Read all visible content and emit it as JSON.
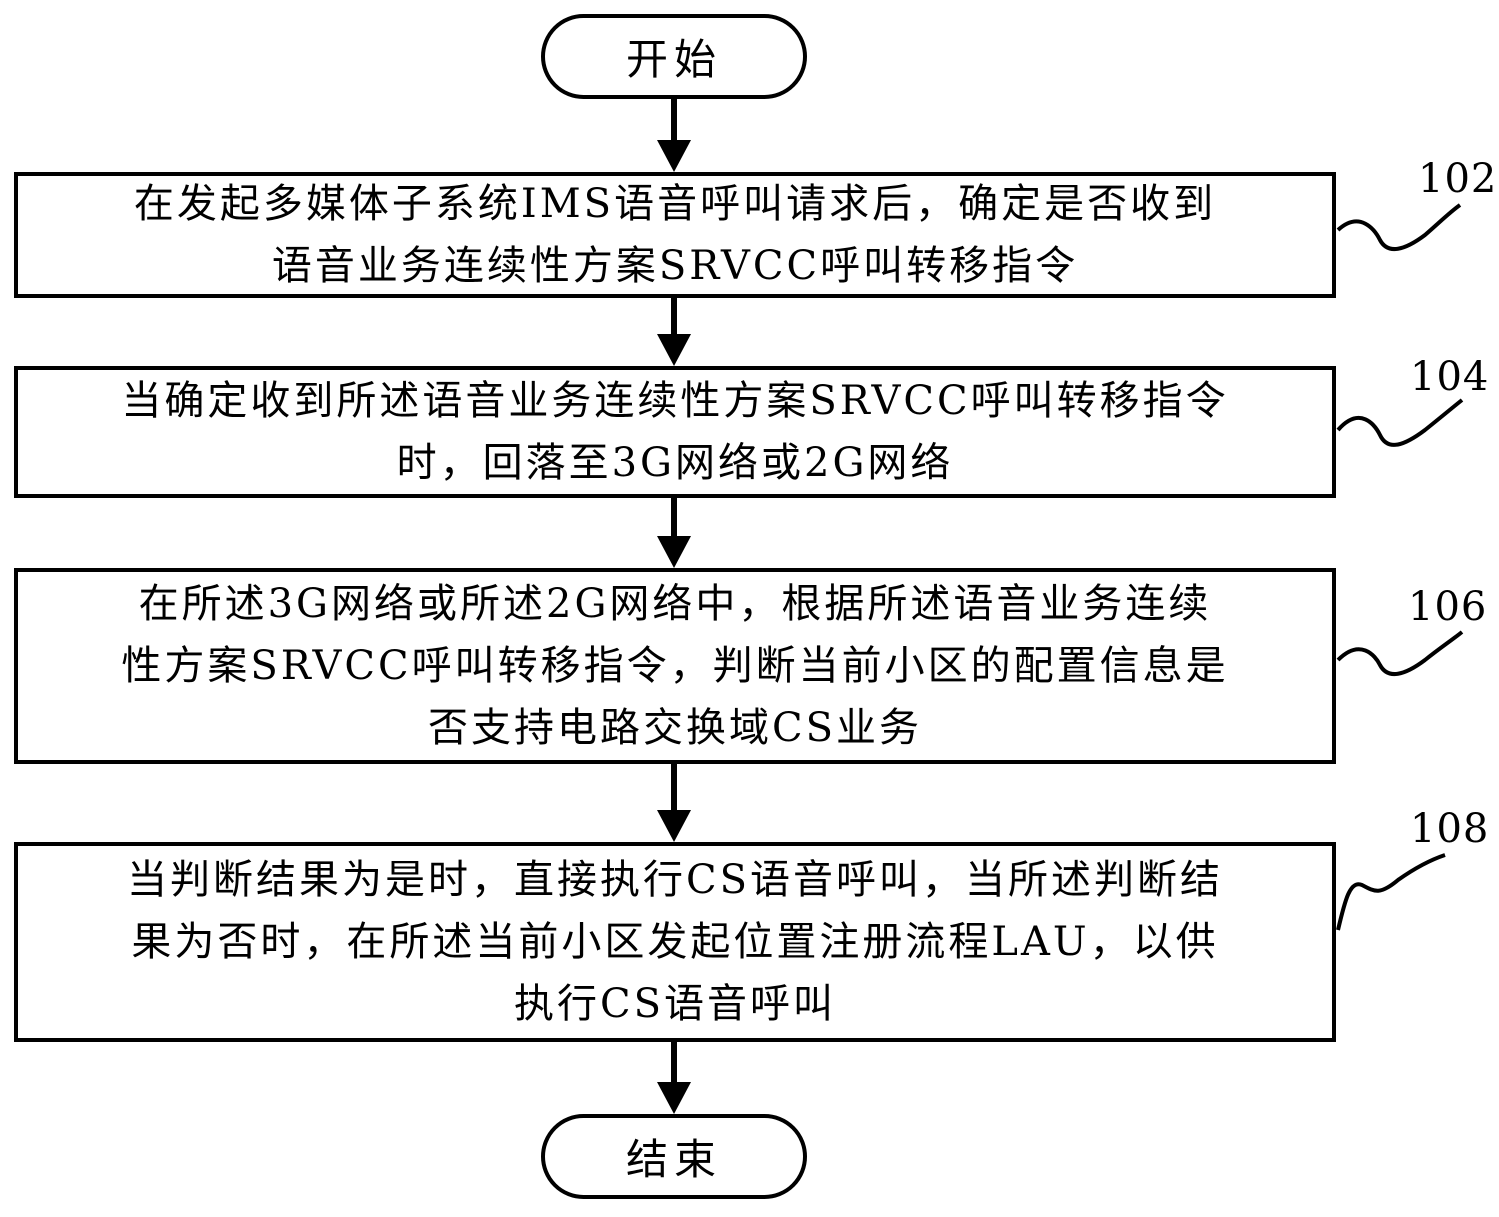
{
  "start": {
    "label": "开始"
  },
  "end": {
    "label": "结束"
  },
  "steps": [
    {
      "ref": "102",
      "lines": [
        "在发起多媒体子系统IMS语音呼叫请求后，确定是否收到",
        "语音业务连续性方案SRVCC呼叫转移指令"
      ]
    },
    {
      "ref": "104",
      "lines": [
        "当确定收到所述语音业务连续性方案SRVCC呼叫转移指令",
        "时，回落至3G网络或2G网络"
      ]
    },
    {
      "ref": "106",
      "lines": [
        "在所述3G网络或所述2G网络中，根据所述语音业务连续",
        "性方案SRVCC呼叫转移指令，判断当前小区的配置信息是",
        "否支持电路交换域CS业务"
      ]
    },
    {
      "ref": "108",
      "lines": [
        "当判断结果为是时，直接执行CS语音呼叫，当所述判断结",
        "果为否时，在所述当前小区发起位置注册流程LAU，以供",
        "执行CS语音呼叫"
      ]
    }
  ]
}
